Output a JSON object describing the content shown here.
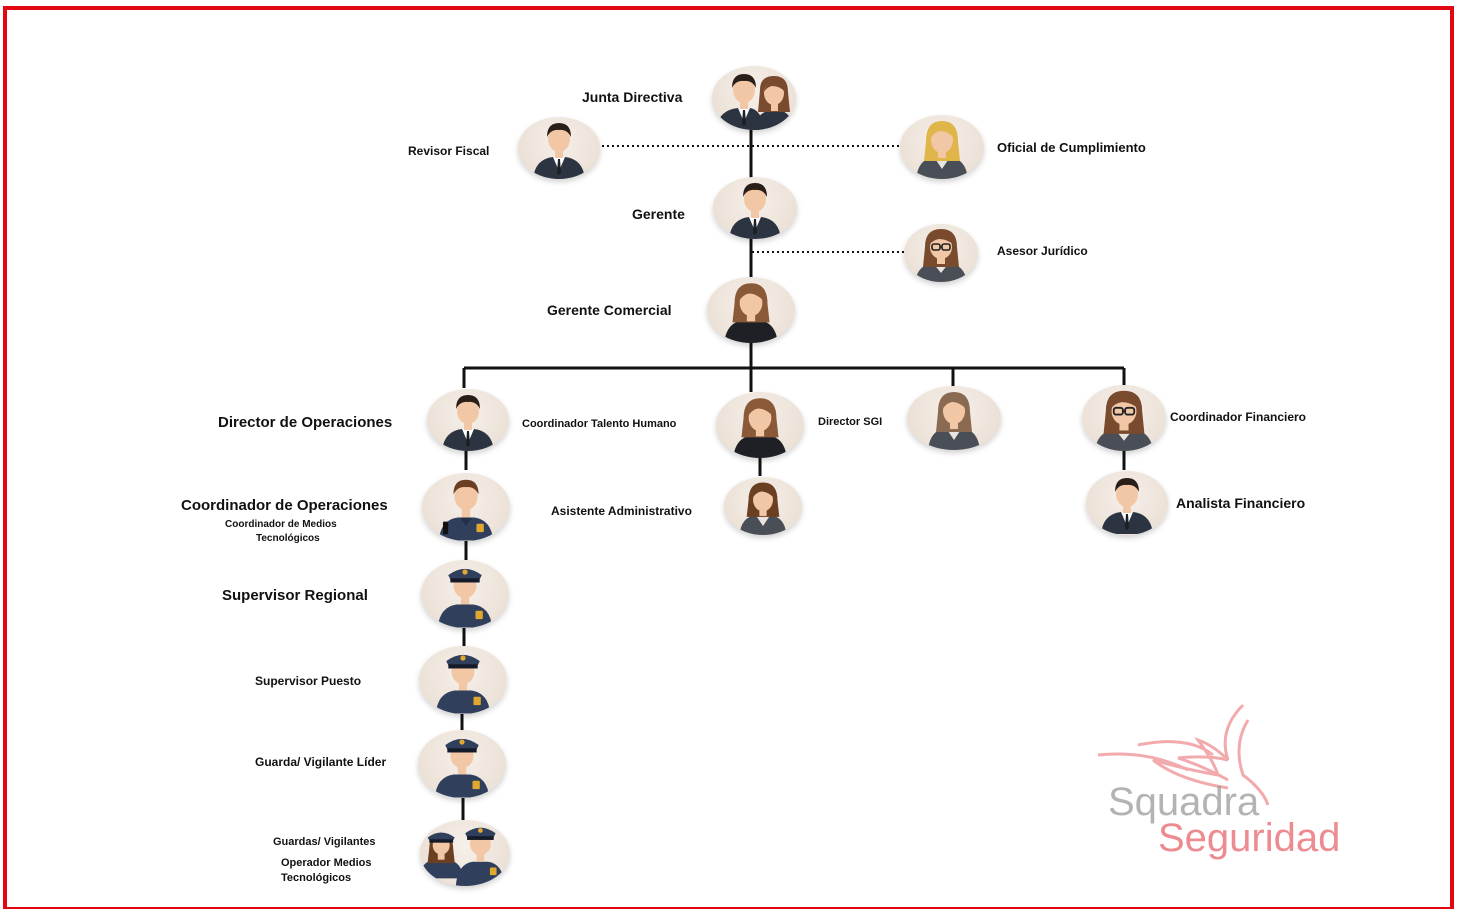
{
  "nodes": {
    "junta": "Junta Directiva",
    "revisor": "Revisor Fiscal",
    "oficial": "Oficial de Cumplimiento",
    "gerente": "Gerente",
    "asesor": "Asesor Jurídico",
    "gerente_comercial": "Gerente Comercial",
    "director_operaciones": "Director de Operaciones",
    "coordinador_talento": "Coordinador Talento Humano",
    "director_sgi": "Director SGI",
    "coordinador_financiero": "Coordinador Financiero",
    "coordinador_operaciones": "Coordinador de Operaciones",
    "coordinador_medios_1": "Coordinador de Medios",
    "coordinador_medios_2": "Tecnológicos",
    "asistente": "Asistente Administrativo",
    "analista": "Analista Financiero",
    "supervisor_regional": "Supervisor Regional",
    "supervisor_puesto": "Supervisor Puesto",
    "guarda_lider": "Guarda/ Vigilante Líder",
    "guardas": "Guardas/ Vigilantes",
    "operador_1": "Operador Medios",
    "operador_2": "Tecnológicos"
  },
  "logo": {
    "line1": "Squadra",
    "line2": "Seguridad"
  },
  "icons": {
    "junta": "board-couple-icon",
    "revisor": "businessman-icon",
    "oficial": "businesswoman-blonde-icon",
    "gerente": "businessman-icon",
    "asesor": "businesswoman-glasses-icon",
    "gerente_comercial": "businesswoman-icon",
    "director_operaciones": "businessman-icon",
    "coordinador_talento": "businesswoman-icon",
    "director_sgi": "businesswoman-icon",
    "coordinador_financiero": "businesswoman-glasses-icon",
    "coordinador_operaciones": "security-officer-icon",
    "asistente": "businesswoman-icon",
    "analista": "businessman-icon",
    "supervisor_regional": "police-officer-icon",
    "supervisor_puesto": "police-officer-icon",
    "guarda_lider": "police-officer-icon",
    "guardas": "guards-group-icon"
  },
  "colors": {
    "frame": "#e30613",
    "suit": "#2b3440",
    "hair_dark": "#2a1e18",
    "hair_brown": "#7a4a2e",
    "hair_blonde": "#e0b54a",
    "uniform": "#2f3f5c",
    "badge": "#e0a82e"
  }
}
